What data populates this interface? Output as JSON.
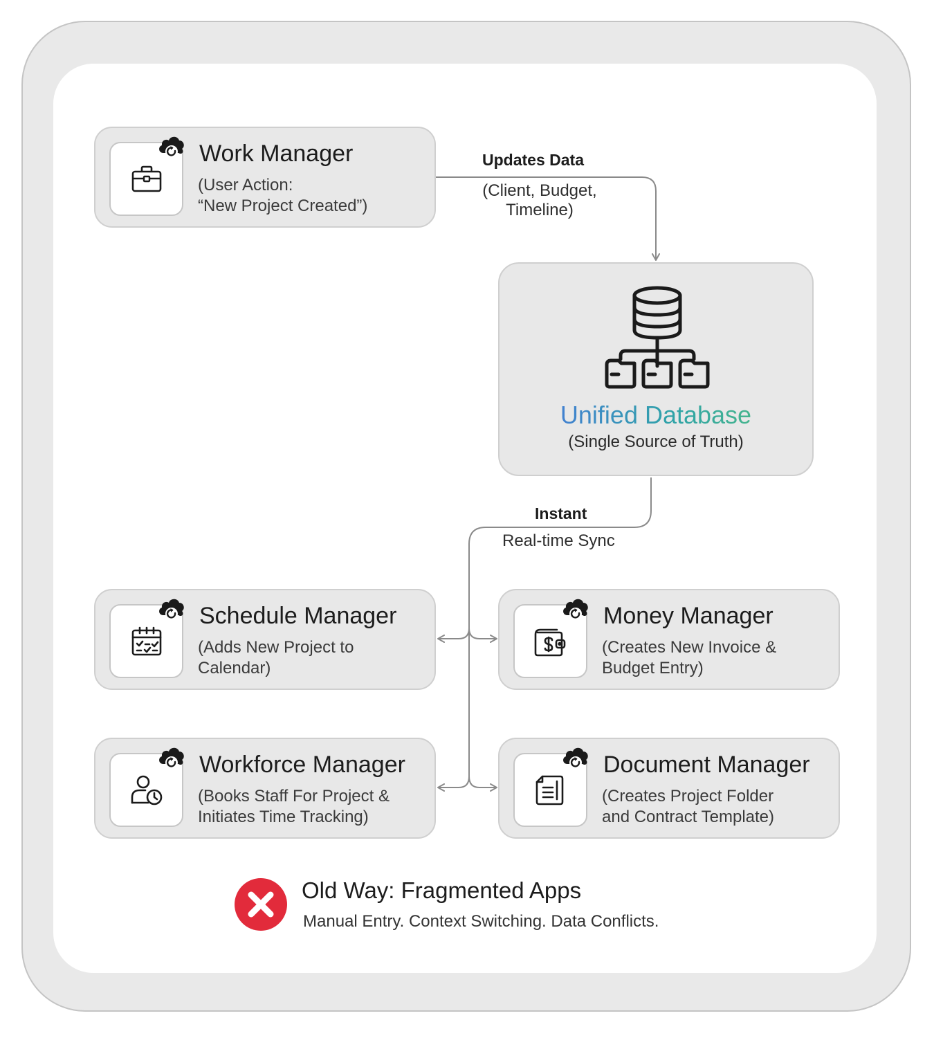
{
  "colors": {
    "frame": "#e9e9e9",
    "card": "#e8e8e8",
    "connector": "#8a8a8a",
    "gradient_start": "#4d6fe6",
    "gradient_end": "#57c27a",
    "error_red": "#e22b3b"
  },
  "work_manager": {
    "title": "Work Manager",
    "desc_line1": "(User Action:",
    "desc_line2": "“New Project Created”)",
    "icon": "briefcase-icon"
  },
  "updates_data": {
    "title": "Updates Data",
    "line1": "(Client, Budget,",
    "line2": "Timeline)"
  },
  "database": {
    "title": "Unified Database",
    "subtitle": "(Single Source of Truth)",
    "icon": "database-hierarchy-icon"
  },
  "sync": {
    "title": "Instant",
    "subtitle": "Real-time Sync"
  },
  "schedule_manager": {
    "title": "Schedule Manager",
    "desc_line1": "(Adds New Project to",
    "desc_line2": "Calendar)",
    "icon": "calendar-check-icon"
  },
  "money_manager": {
    "title": "Money Manager",
    "desc_line1": "(Creates New Invoice &",
    "desc_line2": "Budget Entry)",
    "icon": "wallet-dollar-icon"
  },
  "workforce_manager": {
    "title": "Workforce Manager",
    "desc_line1": "(Books Staff For Project &",
    "desc_line2": "Initiates Time Tracking)",
    "icon": "person-clock-icon"
  },
  "document_manager": {
    "title": "Document Manager",
    "desc_line1": "(Creates Project Folder",
    "desc_line2": "and Contract Template)",
    "icon": "document-icon"
  },
  "old_way": {
    "title": "Old Way: Fragmented Apps",
    "desc": "Manual Entry. Context Switching. Data Conflicts.",
    "icon": "red-x-icon"
  }
}
